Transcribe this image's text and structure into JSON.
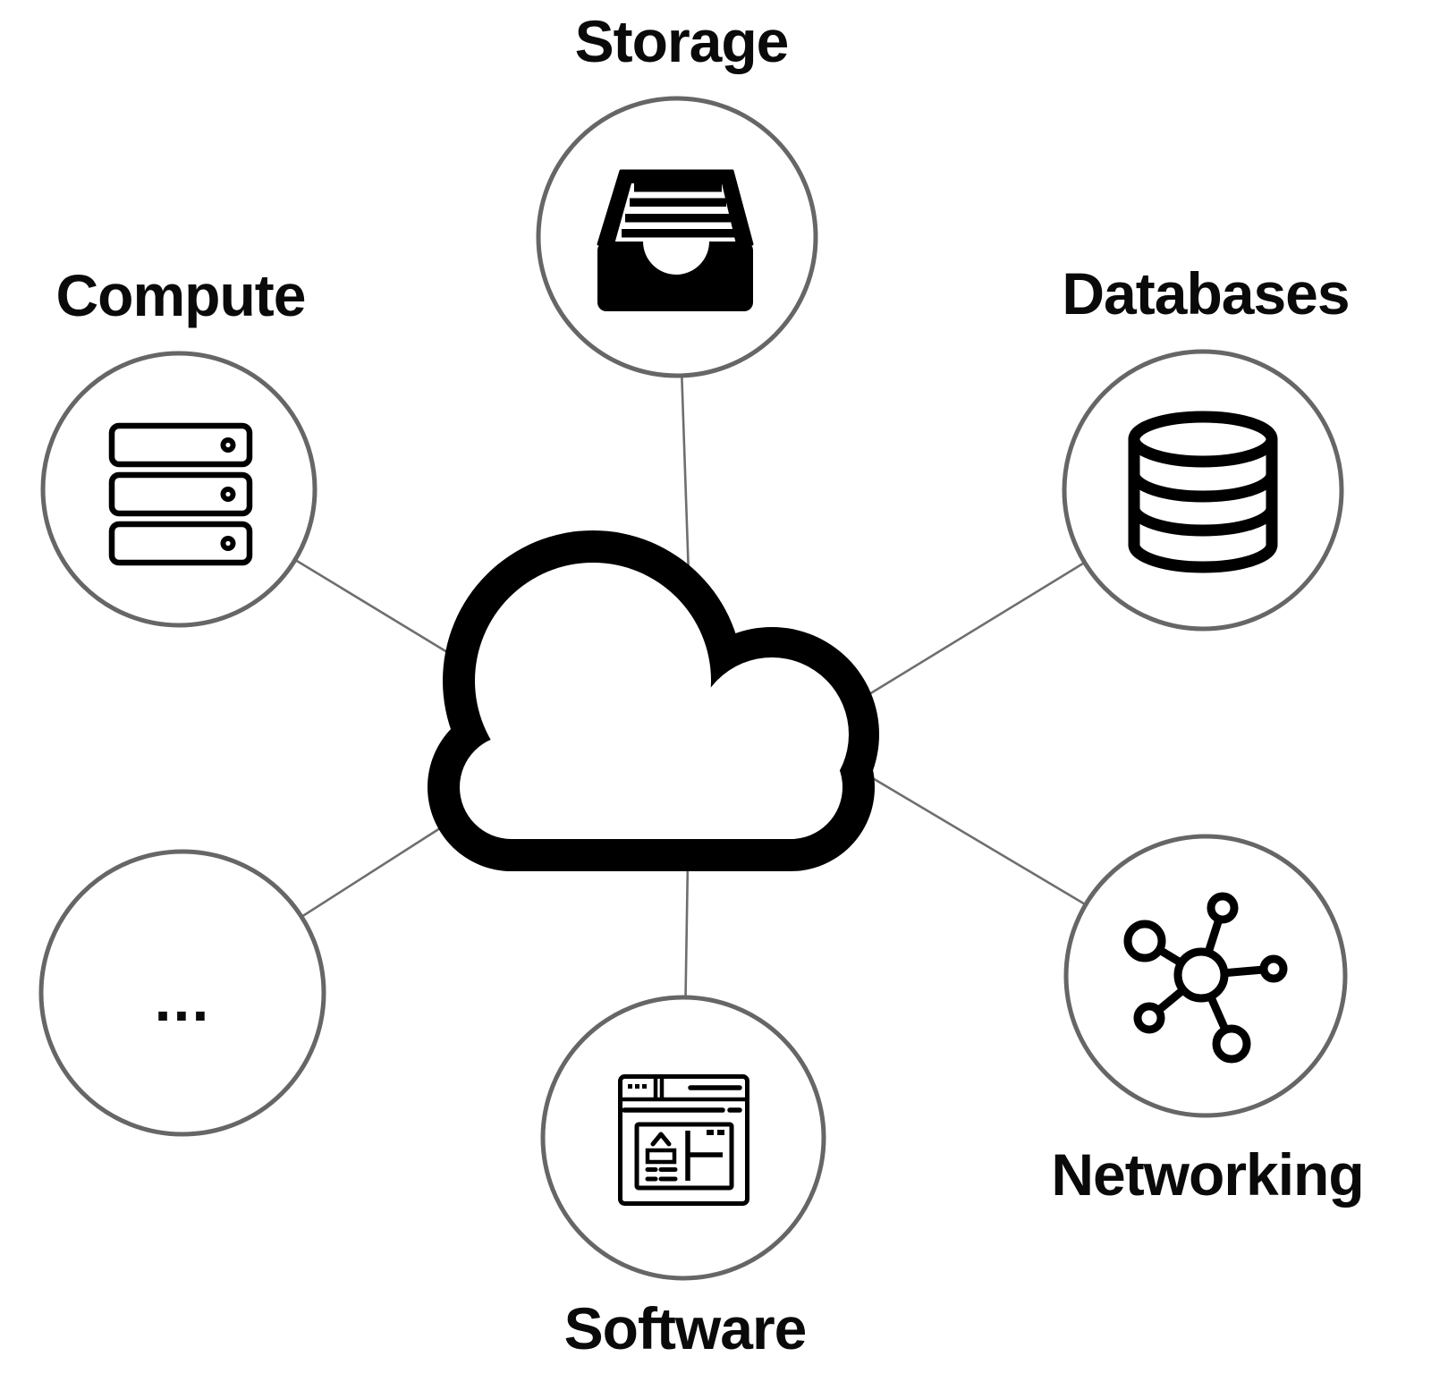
{
  "diagram": {
    "center": {
      "name": "cloud",
      "icon": "cloud-icon"
    },
    "nodes": [
      {
        "id": "storage",
        "label": "Storage",
        "icon": "archive-drawer-icon",
        "position": "top"
      },
      {
        "id": "compute",
        "label": "Compute",
        "icon": "server-stack-icon",
        "position": "upper-left"
      },
      {
        "id": "databases",
        "label": "Databases",
        "icon": "database-icon",
        "position": "upper-right"
      },
      {
        "id": "networking",
        "label": "Networking",
        "icon": "network-hub-icon",
        "position": "lower-right"
      },
      {
        "id": "software",
        "label": "Software",
        "icon": "browser-window-icon",
        "position": "bottom"
      },
      {
        "id": "more",
        "label": "...",
        "icon": "ellipsis-text",
        "position": "lower-left"
      }
    ],
    "edges": [
      {
        "from": "cloud",
        "to": "storage"
      },
      {
        "from": "cloud",
        "to": "compute"
      },
      {
        "from": "cloud",
        "to": "databases"
      },
      {
        "from": "cloud",
        "to": "networking"
      },
      {
        "from": "cloud",
        "to": "software"
      },
      {
        "from": "cloud",
        "to": "more"
      }
    ],
    "colors": {
      "background": "#ffffff",
      "node_stroke": "#666666",
      "connector": "#6e6e6e",
      "icon": "#000000",
      "label": "#0a0a0a"
    }
  }
}
